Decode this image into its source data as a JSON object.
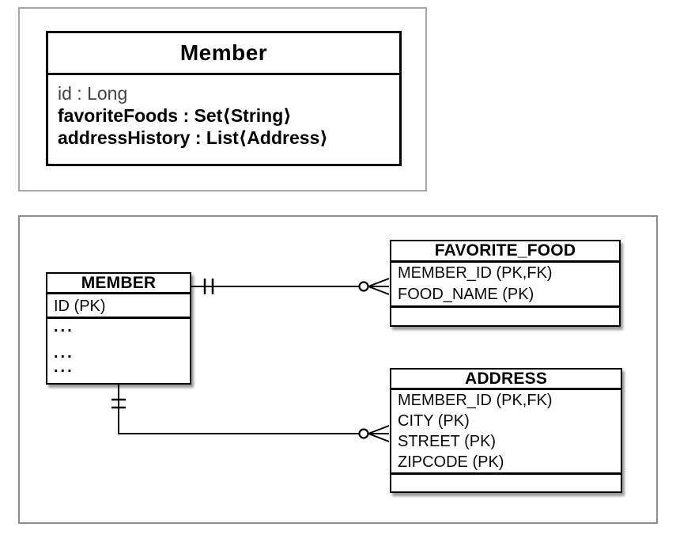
{
  "uml": {
    "class": {
      "title": "Member",
      "attributes": [
        {
          "text": "id : Long",
          "style": "normal"
        },
        {
          "text": "favoriteFoods : Set⟨String⟩",
          "style": "bold"
        },
        {
          "text": "addressHistory : List⟨Address⟩",
          "style": "bold"
        }
      ]
    }
  },
  "er": {
    "tables": {
      "member": {
        "name": "MEMBER",
        "rows": [
          "ID (PK)"
        ],
        "placeholder_rows": [
          "...",
          "...",
          "..."
        ]
      },
      "favorite_food": {
        "name": "FAVORITE_FOOD",
        "rows": [
          "MEMBER_ID (PK,FK)",
          "FOOD_NAME (PK)"
        ]
      },
      "address": {
        "name": "ADDRESS",
        "rows": [
          "MEMBER_ID (PK,FK)",
          "CITY (PK)",
          "STREET (PK)",
          "ZIPCODE (PK)"
        ]
      }
    },
    "relationships": [
      {
        "from": "MEMBER",
        "to": "FAVORITE_FOOD",
        "from_end": "exactly-one (||)",
        "to_end": "zero-or-many (o<)"
      },
      {
        "from": "MEMBER",
        "to": "ADDRESS",
        "from_end": "exactly-one (||)",
        "to_end": "zero-or-many (o<)"
      }
    ]
  },
  "colors": {
    "line": "#000000",
    "uml_panel_border": "#a7a7a7",
    "er_panel_border": "#8d8d8d",
    "background": "#ffffff",
    "muted_attribute_text": "#444444"
  }
}
